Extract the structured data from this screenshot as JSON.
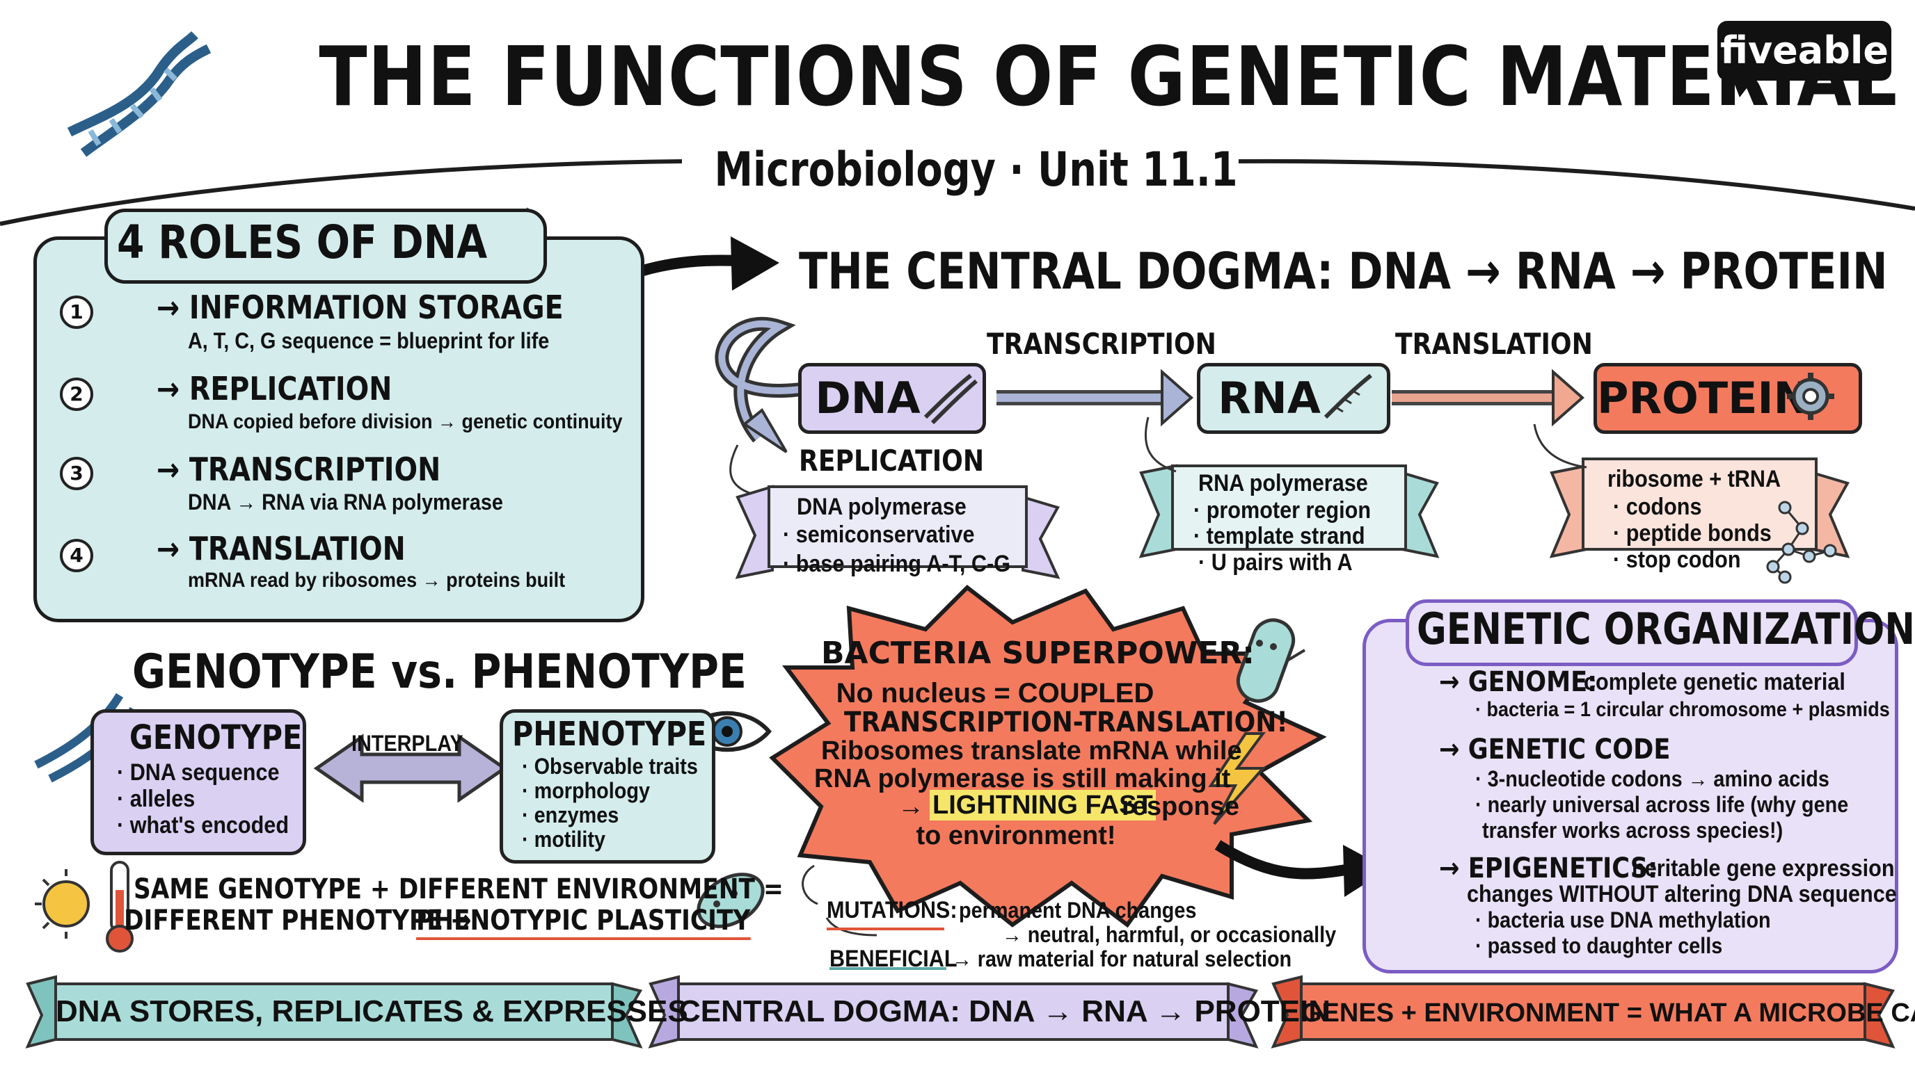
{
  "header": {
    "title": "THE FUNCTIONS OF GENETIC MATERIAL",
    "subtitle": "Microbiology · Unit 11.1",
    "brand": "fiveable"
  },
  "roles": {
    "title": "4 ROLES OF DNA",
    "items": [
      {
        "num": "1",
        "icon": "lock-icon",
        "head": "→ INFORMATION STORAGE",
        "desc": "A, T, C, G sequence = blueprint for life"
      },
      {
        "num": "2",
        "icon": "copy-documents-icon",
        "head": "→ REPLICATION",
        "desc": "DNA copied before division → genetic continuity"
      },
      {
        "num": "3",
        "icon": "arrow-icon",
        "head": "→ TRANSCRIPTION",
        "desc": "DNA → RNA via RNA polymerase"
      },
      {
        "num": "4",
        "icon": "ribosome-icon",
        "head": "→ TRANSLATION",
        "desc": "mRNA read by ribosomes → proteins built"
      }
    ]
  },
  "dogma": {
    "title": "THE CENTRAL DOGMA: DNA → RNA → PROTEIN",
    "nodes": {
      "dna": "DNA",
      "rna": "RNA",
      "protein": "PROTEIN"
    },
    "labels": {
      "transcription": "TRANSCRIPTION",
      "translation": "TRANSLATION",
      "replication": "REPLICATION"
    },
    "replication_notes": [
      "DNA polymerase",
      "· semiconservative",
      "· base pairing A-T, C-G"
    ],
    "transcription_notes": [
      "RNA polymerase",
      "· promoter region",
      "· template strand",
      "· U pairs with A"
    ],
    "translation_notes": [
      "ribosome + tRNA",
      "· codons",
      "· peptide bonds",
      "· stop codon"
    ],
    "colors": {
      "dna": "#d9d0f2",
      "rna": "#d4ecec",
      "protein": "#f47a5e"
    }
  },
  "genotype_phenotype": {
    "title": "GENOTYPE vs. PHENOTYPE",
    "genotype": {
      "head": "GENOTYPE",
      "items": [
        "· DNA sequence",
        "· alleles",
        "· what's encoded"
      ]
    },
    "phenotype": {
      "head": "PHENOTYPE",
      "items": [
        "· Observable traits",
        "· morphology",
        "· enzymes",
        "· motility"
      ]
    },
    "interplay": "INTERPLAY",
    "plasticity_line1": "SAME GENOTYPE + DIFFERENT ENVIRONMENT =",
    "plasticity_line2": "DIFFERENT PHENOTYPE →",
    "plasticity_term": "PHENOTYPIC PLASTICITY"
  },
  "bacteria": {
    "lines": [
      "BACTERIA SUPERPOWER:",
      "No nucleus = COUPLED",
      "TRANSCRIPTION-TRANSLATION!",
      "Ribosomes translate mRNA while",
      "RNA polymerase is still making it",
      "→",
      "LIGHTNING FAST",
      "response",
      "to environment!"
    ]
  },
  "mutations": {
    "term": "MUTATIONS:",
    "text1": "permanent DNA changes",
    "text2": "→ neutral, harmful, or occasionally",
    "term2": "BENEFICIAL",
    "text3": "→ raw material for natural selection"
  },
  "organization": {
    "title": "GENETIC ORGANIZATION",
    "genome_head": "→ GENOME:",
    "genome_desc": "complete genetic material",
    "genome_line": "· bacteria = 1 circular chromosome + plasmids",
    "code_head": "→ GENETIC CODE",
    "code_lines": [
      "· 3-nucleotide codons → amino acids",
      "· nearly universal across life (why gene",
      "transfer works across species!)"
    ],
    "epi_head": "→ EPIGENETICS:",
    "epi_desc": "heritable gene expression",
    "epi_lines": [
      "changes WITHOUT altering DNA sequence",
      "· bacteria use DNA methylation",
      "· passed to daughter cells"
    ]
  },
  "banners": [
    {
      "text": "DNA STORES, REPLICATES & EXPRESSES",
      "color": "#a9dcd8"
    },
    {
      "text": "CENTRAL DOGMA: DNA → RNA → PROTEIN",
      "color": "#d9d0f2"
    },
    {
      "text": "GENES + ENVIRONMENT = WHAT A MICROBE CAN DO",
      "color": "#f47a5e"
    }
  ]
}
